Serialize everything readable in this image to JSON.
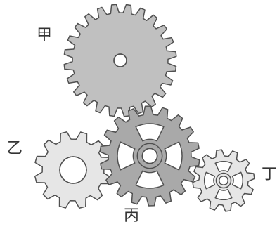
{
  "gears": [
    {
      "key": "jia",
      "label": "甲",
      "teeth": 24,
      "fill": "#c0c0c0",
      "hub": "small-hole"
    },
    {
      "key": "yi",
      "label": "乙",
      "teeth": 12,
      "fill": "#e6e6e6",
      "hub": "large-hole"
    },
    {
      "key": "bing",
      "label": "丙",
      "teeth": 18,
      "fill": "#a9a9a9",
      "hub": "spoked-ring"
    },
    {
      "key": "ding",
      "label": "丁",
      "teeth": 12,
      "fill": "#e6e6e6",
      "hub": "spoked-ring"
    }
  ],
  "colors": {
    "outline": "#505050",
    "background": "#ffffff",
    "label": "#333333"
  }
}
